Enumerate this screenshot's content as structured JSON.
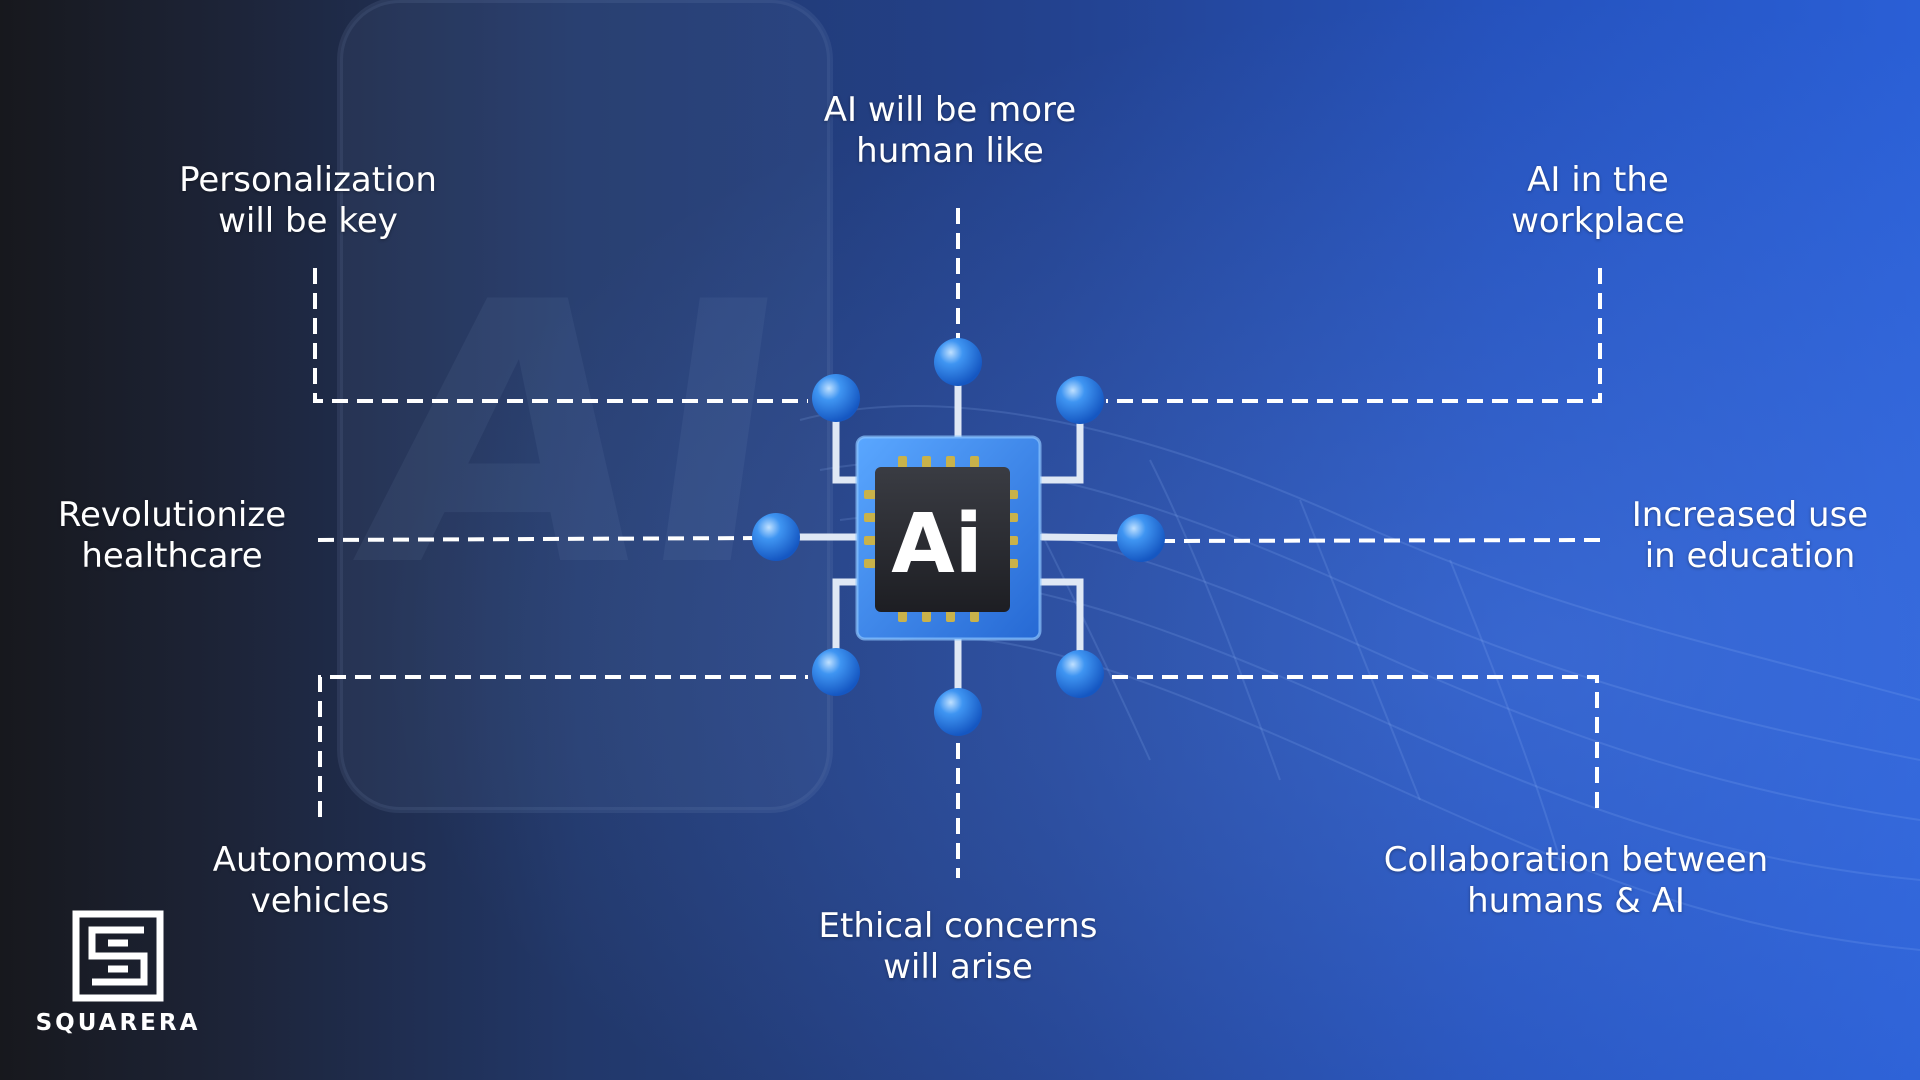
{
  "chip": {
    "text": "Ai"
  },
  "predictions": [
    {
      "id": "top-center",
      "lines": [
        "AI will be more",
        "human like"
      ]
    },
    {
      "id": "top-left",
      "lines": [
        "Personalization",
        "will be key"
      ]
    },
    {
      "id": "top-right",
      "lines": [
        "AI in the",
        "workplace"
      ]
    },
    {
      "id": "mid-left",
      "lines": [
        "Revolutionize",
        "healthcare"
      ]
    },
    {
      "id": "mid-right",
      "lines": [
        "Increased use",
        "in education"
      ]
    },
    {
      "id": "bottom-left",
      "lines": [
        "Autonomous",
        "vehicles"
      ]
    },
    {
      "id": "bottom-center",
      "lines": [
        "Ethical concerns",
        "will arise"
      ]
    },
    {
      "id": "bottom-right",
      "lines": [
        "Collaboration between",
        "humans & AI"
      ]
    }
  ],
  "logo": {
    "wordmark": "SQUARERA"
  },
  "background": {
    "watermark_text": "AI"
  },
  "colors": {
    "node_blue": "#2f86ee",
    "chip_blue": "#3b8ff0",
    "chip_dark": "#2b2d33",
    "pin_gold": "#c9b24a",
    "line": "#ffffff"
  }
}
